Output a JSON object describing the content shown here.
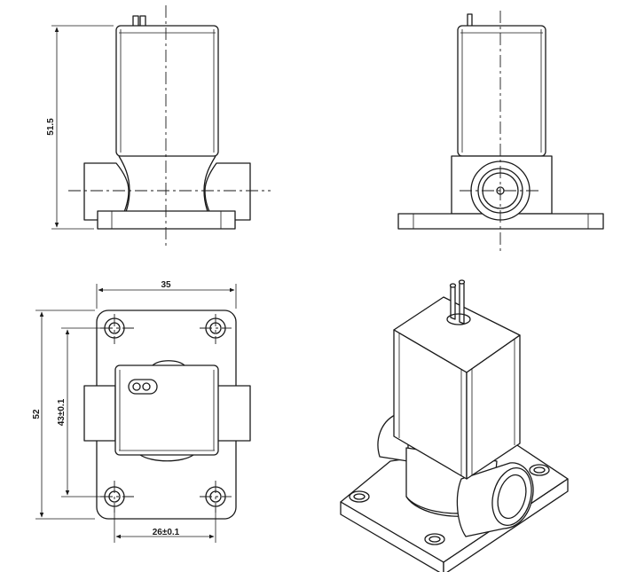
{
  "dimensions": {
    "front_height": "51.5",
    "top_width": "35",
    "top_height": "52",
    "hole_spacing_vertical": "43±0.1",
    "hole_spacing_horizontal": "26±0.1"
  }
}
